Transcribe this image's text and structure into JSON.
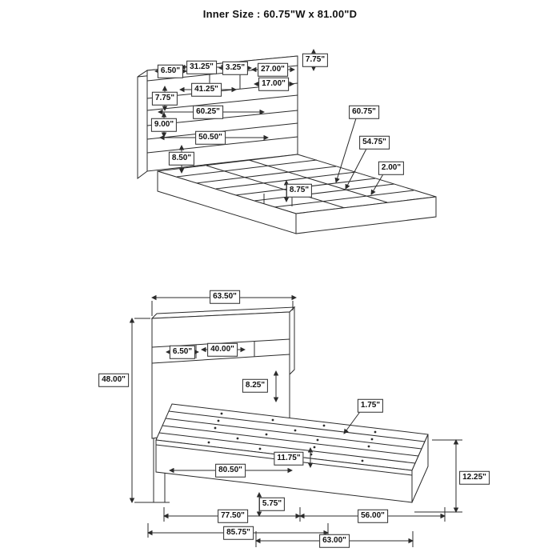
{
  "title": "Inner Size : 60.75\"W x 81.00\"D",
  "top_diagram": {
    "view": "bed-frame-perspective-view",
    "dims": {
      "headboard_top_height": "7.75\"",
      "shelf_left_width": "6.50\"",
      "shelf_center_width": "31.25\"",
      "shelf_divider_width": "3.25\"",
      "shelf_right_width": "27.00\"",
      "middle_shelf_width": "41.25\"",
      "middle_shelf_right_width": "17.00\"",
      "panel_height": "7.75\"",
      "lower_panel_height": "9.00\"",
      "headboard_inner_width": "60.25\"",
      "footboard_inner_width": "50.50\"",
      "side_rail_height": "8.50\"",
      "inner_width": "60.75\"",
      "slat_length": "54.75\"",
      "rail_lip_width": "2.00\"",
      "center_support_height": "8.75\""
    }
  },
  "bottom_diagram": {
    "view": "bed-frame-side-view",
    "dims": {
      "headboard_width": "63.50\"",
      "headboard_height": "48.00\"",
      "shelf_left_width": "6.50\"",
      "shelf_center_width": "40.00\"",
      "headboard_to_deck": "8.25\"",
      "rail_lip_height": "1.75\"",
      "platform_length": "80.50\"",
      "slat_spacing": "11.75\"",
      "platform_height": "12.25\"",
      "base_height": "5.75\"",
      "inner_length": "77.50\"",
      "platform_outer_length": "56.00\"",
      "overall_depth": "85.75\"",
      "platform_span": "63.00\""
    }
  },
  "colors": {
    "line": "#2b2b2b",
    "background": "#ffffff"
  }
}
